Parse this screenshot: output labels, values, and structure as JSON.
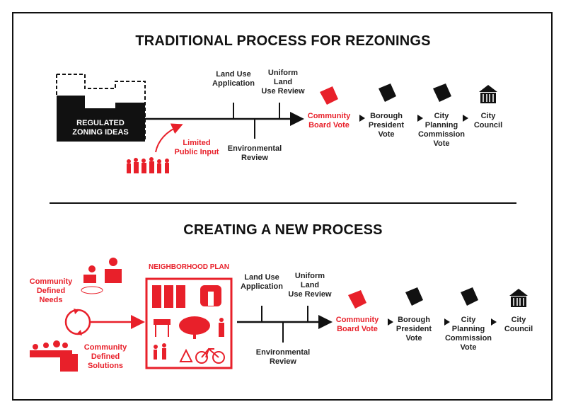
{
  "top": {
    "title": "TRADITIONAL PROCESS FOR REZONINGS",
    "building_label": [
      "REGULATED",
      "ZONING IDEAS"
    ],
    "public_input": [
      "Limited",
      "Public Input"
    ],
    "land_use_application": [
      "Land Use",
      "Application"
    ],
    "ulurp": [
      "Uniform",
      "Land",
      "Use Review"
    ],
    "environmental_review": [
      "Environmental",
      "Review"
    ],
    "steps": [
      {
        "label": [
          "Community",
          "Board Vote"
        ]
      },
      {
        "label": [
          "Borough",
          "President",
          "Vote"
        ]
      },
      {
        "label": [
          "City",
          "Planning",
          "Commission",
          "Vote"
        ]
      },
      {
        "label": [
          "City",
          "Council"
        ]
      }
    ]
  },
  "bottom": {
    "title": "CREATING A NEW PROCESS",
    "needs": [
      "Community",
      "Defined",
      "Needs"
    ],
    "solutions": [
      "Community",
      "Defined",
      "Solutions"
    ],
    "plan_title": "NEIGHBORHOOD PLAN",
    "land_use_application": [
      "Land Use",
      "Application"
    ],
    "ulurp": [
      "Uniform",
      "Land",
      "Use Review"
    ],
    "environmental_review": [
      "Environmental",
      "Review"
    ],
    "steps": [
      {
        "label": [
          "Community",
          "Board Vote"
        ]
      },
      {
        "label": [
          "Borough",
          "President",
          "Vote"
        ]
      },
      {
        "label": [
          "City",
          "Planning",
          "Commission",
          "Vote"
        ]
      },
      {
        "label": [
          "City",
          "Council"
        ]
      }
    ]
  },
  "colors": {
    "accent": "#e8202a",
    "ink": "#111111"
  }
}
